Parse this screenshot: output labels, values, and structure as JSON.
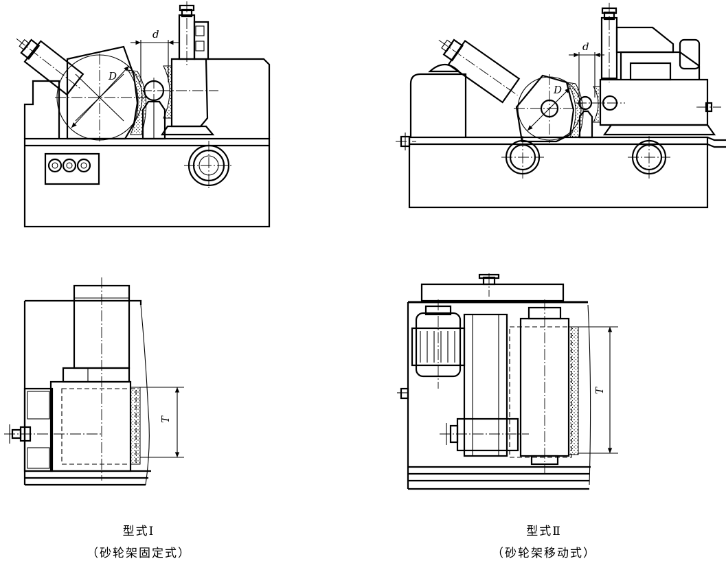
{
  "figure": {
    "type_one": {
      "title": "型式Ⅰ",
      "subtitle": "（砂轮架固定式）",
      "dimension_labels": {
        "wheel_diameter": "D",
        "center_distance": "d",
        "width": "T"
      }
    },
    "type_two": {
      "title": "型式Ⅱ",
      "subtitle": "（砂轮架移动式）",
      "dimension_labels": {
        "wheel_diameter": "D",
        "center_distance": "d",
        "width": "T"
      }
    }
  }
}
